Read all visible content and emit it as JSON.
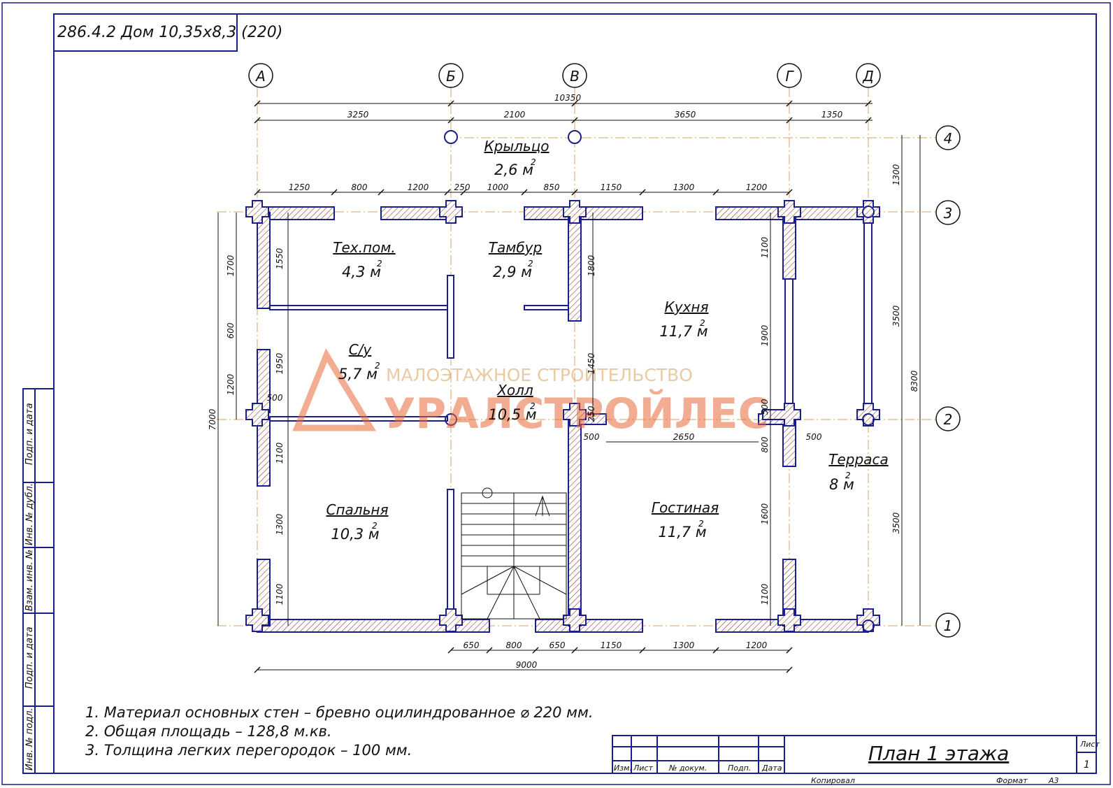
{
  "sheet_title": "286.4.2 Дом 10,35х8,3 (220)",
  "drawing_title": "План 1 этажа",
  "axes": {
    "letters": [
      "А",
      "Б",
      "В",
      "Г",
      "Д"
    ],
    "numbers": [
      "4",
      "3",
      "2",
      "1"
    ]
  },
  "rooms": [
    {
      "name": "Крыльцо",
      "area": "2,6 м",
      "sup": "2"
    },
    {
      "name": "Тех.пом.",
      "area": "4,3 м",
      "sup": "2"
    },
    {
      "name": "Тамбур",
      "area": "2,9 м",
      "sup": "2"
    },
    {
      "name": "Кухня",
      "area": "11,7 м",
      "sup": "2"
    },
    {
      "name": "С/у",
      "area": "5,7 м",
      "sup": "2"
    },
    {
      "name": "Холл",
      "area": "10,5 м",
      "sup": "2"
    },
    {
      "name": "Терраса",
      "area": "8 м",
      "sup": "2"
    },
    {
      "name": "Спальня",
      "area": "10,3 м",
      "sup": "2"
    },
    {
      "name": "Гостиная",
      "area": "11,7 м",
      "sup": "2"
    }
  ],
  "dimensions": {
    "top_total": "10350",
    "top_main": [
      "3250",
      "2100",
      "3650",
      "1350"
    ],
    "top_openings": [
      "1250",
      "800",
      "1200",
      "250",
      "1000",
      "850",
      "1150",
      "1300",
      "1200"
    ],
    "bottom_openings": [
      "650",
      "800",
      "650",
      "1150",
      "1300",
      "1200"
    ],
    "bottom_total": "9000",
    "left_outer": [
      "1700",
      "600",
      "1200"
    ],
    "left_total": "7000",
    "left_inner": [
      "1550",
      "1950",
      "500",
      "1100",
      "1300",
      "1100"
    ],
    "center_vertical": [
      "1800",
      "1450",
      "250"
    ],
    "kitchen_right": [
      "1100",
      "1900",
      "500",
      "800",
      "1600",
      "1100"
    ],
    "right_outer": [
      "1300",
      "3500",
      "3500"
    ],
    "right_total": "8300",
    "middle_horizontal": [
      "500",
      "2650",
      "500"
    ]
  },
  "notes": [
    "1. Материал основных стен – бревно оцилиндрованное ⌀ 220 мм.",
    "2. Общая площадь – 128,8 м.кв.",
    "3. Толщина легких перегородок – 100 мм."
  ],
  "watermark": {
    "subtitle": "МАЛОЭТАЖНОЕ СТРОИТЕЛЬСТВО",
    "brand": "УРАЛСТРОЙЛЕС"
  },
  "side_stamp": [
    "Подп. и дата",
    "Инв. № дубл.",
    "Взам. инв. №",
    "Подп. и дата",
    "Инв. № подл."
  ],
  "title_block": {
    "columns": [
      "Изм.",
      "Лист",
      "№ докум.",
      "Подп.",
      "Дата"
    ],
    "sheet_label": "Лист",
    "sheet_number": "1",
    "copied": "Копировал",
    "format_label": "Формат",
    "format_value": "А3"
  },
  "colors": {
    "frame": "#1b1f8a",
    "wall": "#1b1f8a",
    "hatch": "#8a2b1a",
    "axis_line": "#d8a060",
    "watermark_fill": "#e86a3a"
  }
}
